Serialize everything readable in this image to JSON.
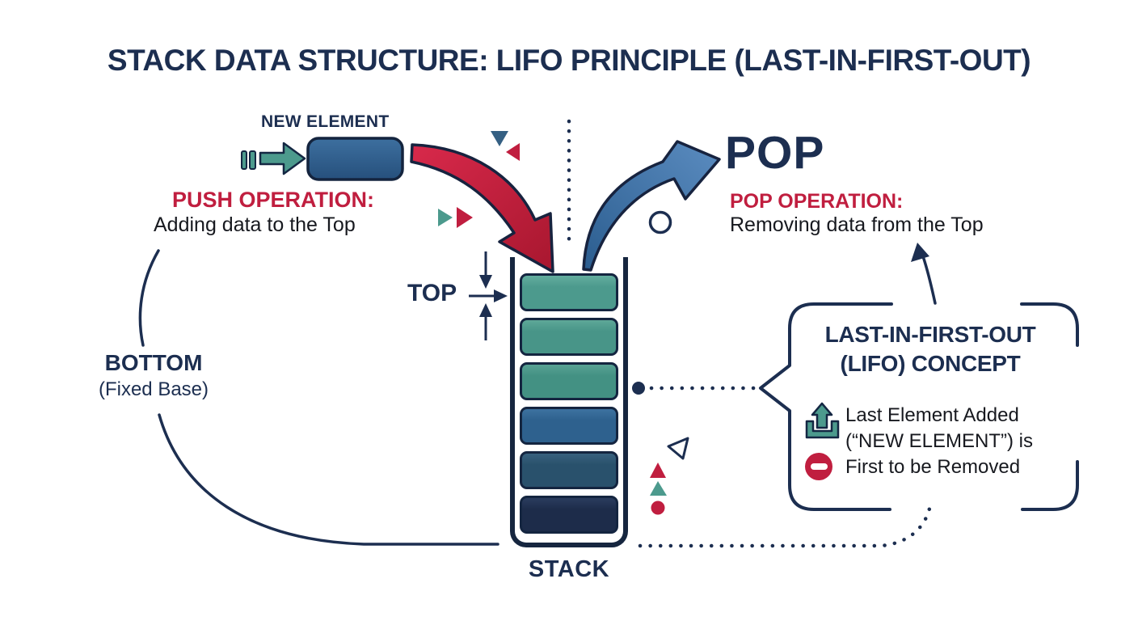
{
  "title": "STACK DATA STRUCTURE: LIFO PRINCIPLE (LAST-IN-FIRST-OUT)",
  "colors": {
    "navy": "#1c2e50",
    "red": "#c01e3f",
    "teal": "#4c9a8d",
    "steel": "#2e618e",
    "ink": "#17191f"
  },
  "push": {
    "new_element_label": "NEW ELEMENT",
    "heading": "PUSH OPERATION:",
    "description": "Adding data to the Top",
    "icon": "push-arrow-icon"
  },
  "pop": {
    "word": "POP",
    "heading": "POP OPERATION:",
    "description": "Removing data from the Top"
  },
  "stack": {
    "top_label": "TOP",
    "bottom_label": "BOTTOM",
    "bottom_sublabel": "(Fixed Base)",
    "label": "STACK",
    "blocks": [
      {
        "top": "#63ad9e",
        "main": "#4c9a8d"
      },
      {
        "top": "#5ea898",
        "main": "#489588"
      },
      {
        "top": "#58a294",
        "main": "#439183"
      },
      {
        "top": "#3d72a0",
        "main": "#2e618e"
      },
      {
        "top": "#38617e",
        "main": "#29516c"
      },
      {
        "top": "#2a3c5e",
        "main": "#1d2c4a"
      }
    ]
  },
  "lifo_box": {
    "heading_line1": "LAST-IN-FIRST-OUT",
    "heading_line2": "(LIFO) CONCEPT",
    "body_line1": "Last Element Added",
    "body_line2": "(“NEW ELEMENT”) is",
    "body_line3": "First to be Removed",
    "icons": [
      "upload-tray-icon",
      "remove-minus-icon"
    ]
  }
}
